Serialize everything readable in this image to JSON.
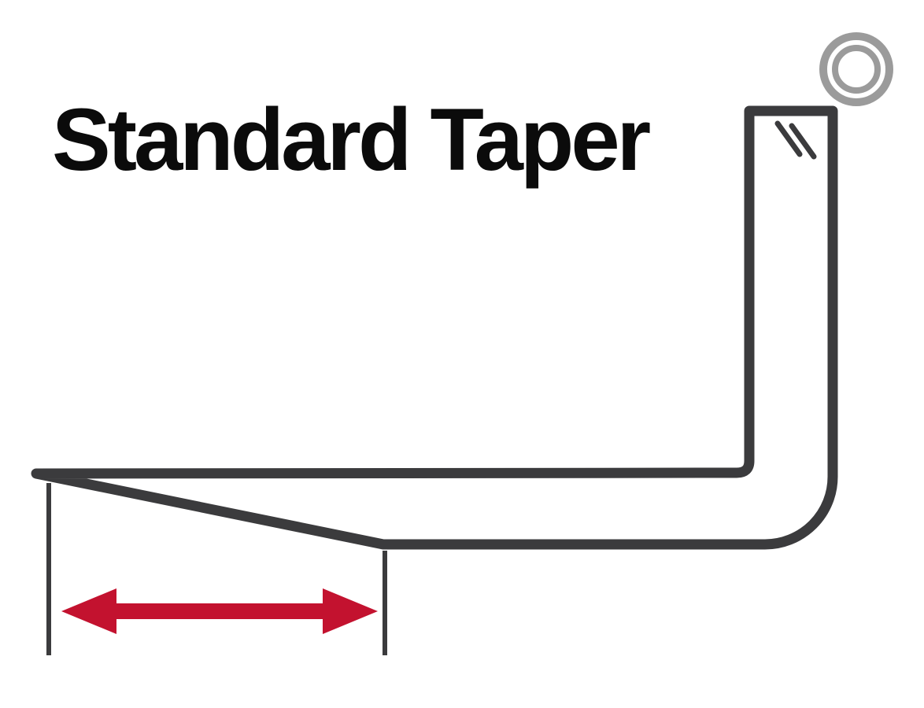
{
  "title": "Standard Taper",
  "colors": {
    "background": "#ffffff",
    "outline": "#3b3b3d",
    "arrow": "#c3122f",
    "ring": "#9b9b9b",
    "text": "#0b0b0b"
  },
  "diagram": {
    "subject": "fork blade side profile with standard taper",
    "annotation": "double-headed arrow marking taper length between two witness lines",
    "icons": {
      "ring": "double-circle-ring",
      "shine": "glass-shine-marks",
      "arrow": "double-headed-arrow"
    }
  }
}
